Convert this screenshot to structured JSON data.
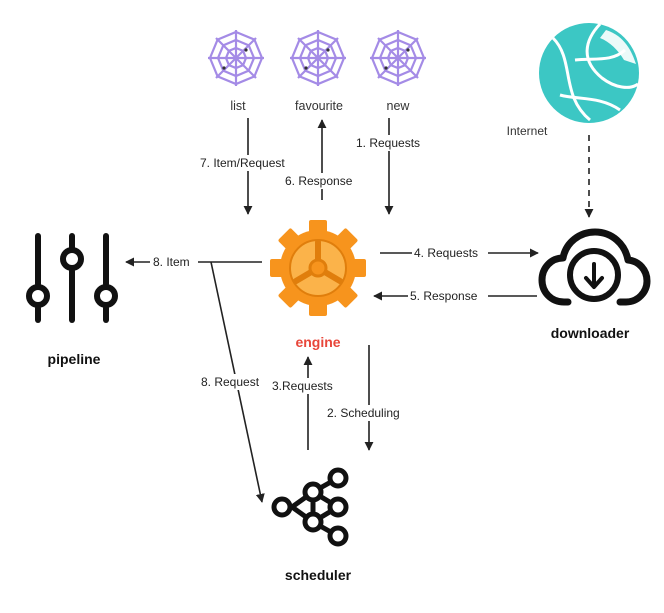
{
  "nodes": {
    "spiders": [
      {
        "label": "list"
      },
      {
        "label": "favourite"
      },
      {
        "label": "new"
      }
    ],
    "internet": {
      "label": "Internet"
    },
    "engine": {
      "label": "engine"
    },
    "pipeline": {
      "label": "pipeline"
    },
    "downloader": {
      "label": "downloader"
    },
    "scheduler": {
      "label": "scheduler"
    }
  },
  "edges": {
    "requests_1": "1. Requests",
    "scheduling_2": "2. Scheduling",
    "requests_3": "3.Requests",
    "requests_4": "4. Requests",
    "response_5": "5. Response",
    "response_6": "6. Response",
    "item_request_7": "7. Item/Request",
    "item_8": "8. Item",
    "request_8": "8. Request"
  },
  "colors": {
    "spider": "#a48be6",
    "engine": "#f7941d",
    "engine_label": "#e8463a",
    "internet": "#3cc7c4",
    "icon_dark": "#111111",
    "line": "#222222"
  },
  "icons": {
    "spider": "spider-web-icon",
    "engine": "gear-icon",
    "internet": "globe-icon",
    "pipeline": "sliders-icon",
    "downloader": "cloud-download-icon",
    "scheduler": "network-nodes-icon"
  }
}
